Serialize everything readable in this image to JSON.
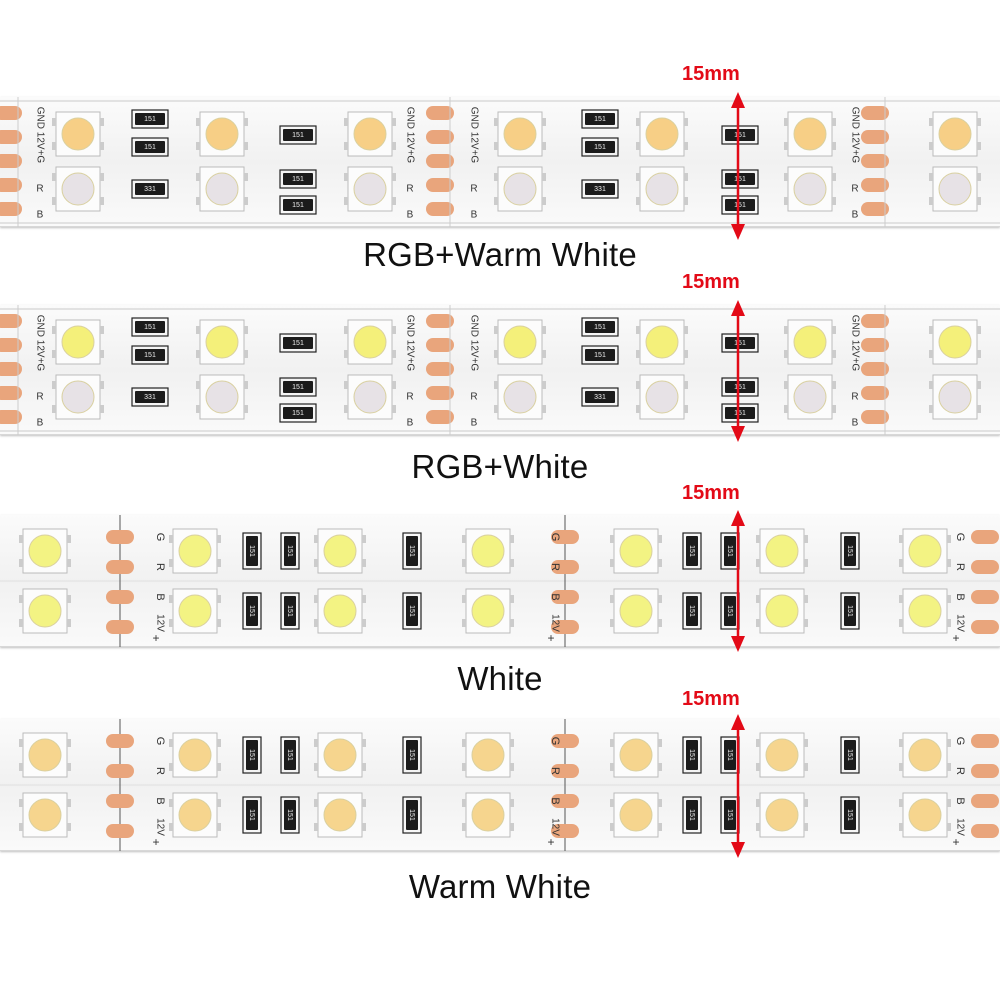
{
  "strips": [
    {
      "id": "rgb-warm-white",
      "caption": "RGB+Warm White",
      "width_label": "15mm",
      "led_color": "#f7cf86"
    },
    {
      "id": "rgb-white",
      "caption": "RGB+White",
      "width_label": "15mm",
      "led_color": "#f4f07a"
    },
    {
      "id": "white",
      "caption": "White",
      "width_label": "15mm",
      "led_color": "#f3f383"
    },
    {
      "id": "warm-white",
      "caption": "Warm White",
      "width_label": "15mm",
      "led_color": "#f6d58e"
    }
  ],
  "pcb_markings": {
    "rgbw_pad_label": "GND 12V+G",
    "red_label": "R",
    "blue_label": "B",
    "green_label": "G",
    "voltage_label": "12V",
    "plus_label": "+",
    "resistor_code": "151",
    "resistor_code_rgb": "331"
  },
  "colors": {
    "dimension_red": "#e30a17",
    "copper_pad": "#e9a57c",
    "rgb_led_body": "#e7e2e6"
  }
}
